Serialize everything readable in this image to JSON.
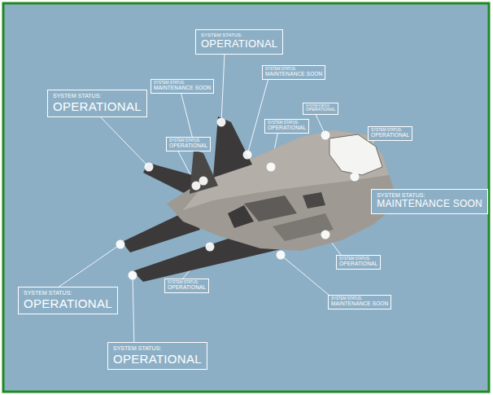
{
  "diagram": {
    "nodes": [
      {
        "text": [
          "SYSTEM STATUS:",
          "OPERATIONAL"
        ]
      },
      {
        "text": [
          "SYSTEM STATUS:",
          "MAINTENANCE SOON"
        ]
      },
      {
        "text": [
          "SYSTEM STATUS:",
          "MAINTENANCE SOON"
        ]
      },
      {
        "text": [
          "SYSTEM STATUS:",
          "OPERATIONAL"
        ]
      },
      {
        "text": [
          "SYSTEM STATUS:",
          "OPERATIONAL"
        ]
      },
      {
        "text": [
          "SYSTEM STATUS:",
          "OPERATIONAL"
        ]
      },
      {
        "text": [
          "SYSTEM STATUS:",
          "OPERATIONAL"
        ]
      },
      {
        "text": [
          "SYSTEM STATUS:",
          "OPERATIONAL"
        ]
      },
      {
        "text": [
          "SYSTEM STATUS:",
          "MAINTENANCE SOON"
        ]
      },
      {
        "text": [
          "SYSTEM STATUS:",
          "OPERATIONAL"
        ]
      },
      {
        "text": [
          "SYSTEM STATUS:",
          "OPERATIONAL"
        ]
      },
      {
        "text": [
          "SYSTEM STATUS:",
          "OPERATIONAL"
        ]
      },
      {
        "text": [
          "SYSTEM STATUS:",
          "MAINTENANCE SOON"
        ]
      },
      {
        "text": [
          "SYSTEM STATUS:",
          "OPERATIONAL"
        ]
      }
    ]
  }
}
